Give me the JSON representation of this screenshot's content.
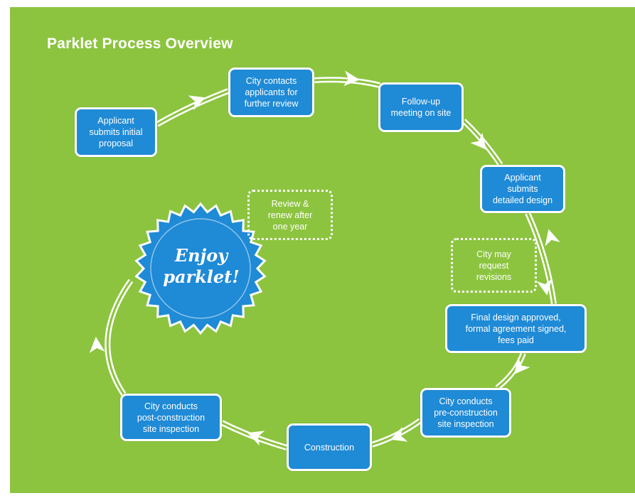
{
  "title": "Parklet Process Overview",
  "colors": {
    "background": "#8cc43f",
    "box_fill": "#1f8ad6",
    "outline": "#ffffff"
  },
  "steps": [
    "Applicant\nsubmits initial\nproposal",
    "City contacts\napplicants for\nfurther review",
    "Follow-up\nmeeting on site",
    "Applicant\nsubmits\ndetailed design",
    "Final design approved,\nformal agreement signed,\nfees paid",
    "City conducts\npre-construction\nsite inspection",
    "Construction",
    "City conducts\npost-construction\nsite inspection"
  ],
  "notes": {
    "revisions": "City may\nrequest\nrevisions",
    "renew": "Review &\nrenew after\none year"
  },
  "seal": {
    "text": "Enjoy\nparklet!",
    "icon": "starburst-seal-icon"
  }
}
